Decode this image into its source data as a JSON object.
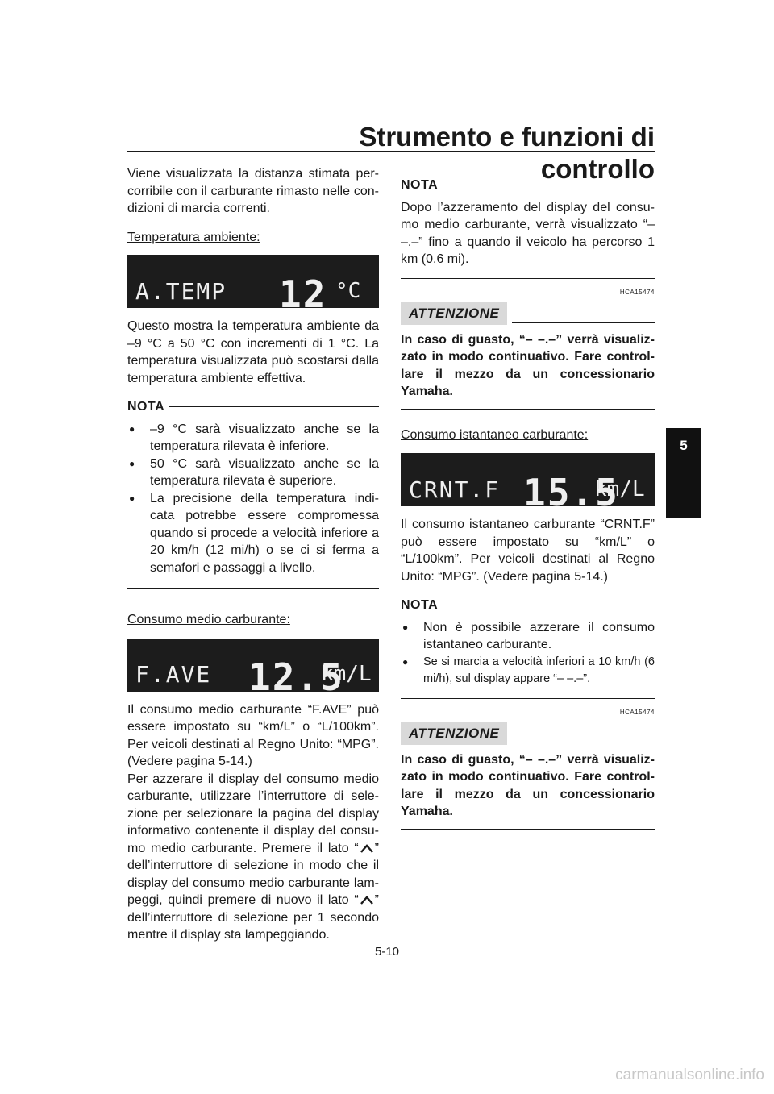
{
  "header": {
    "title": "Strumento e funzioni di controllo"
  },
  "side_tab": "5",
  "left": {
    "intro": "Viene visualizzata la distanza stimata per-corribile con il carburante rimasto nelle con-dizioni di marcia correnti.",
    "temp_heading": "Temperatura ambiente:",
    "temp_lcd": {
      "label": "A.TEMP",
      "value": "12",
      "unit": "°C"
    },
    "temp_text": "Questo mostra la temperatura ambiente da –9 °C a 50 °C con incrementi di 1 °C. La temperatura visualizzata può scostarsi dalla temperatura ambiente effettiva.",
    "nota_label": "NOTA",
    "nota_items": [
      "–9 °C sarà visualizzato anche se la temperatura rilevata è inferiore.",
      "50 °C sarà visualizzato anche se la temperatura rilevata è superiore.",
      "La precisione della temperatura indi-cata potrebbe essere compromessa quando si procede a velocità inferiore a 20 km/h (12 mi/h) o se ci si ferma a semafori e passaggi a livello."
    ],
    "fave_heading": "Consumo medio carburante:",
    "fave_lcd": {
      "label": "F.AVE",
      "value": "12.5",
      "unit": "km/L"
    },
    "fave_text1": "Il consumo medio carburante “F.AVE” può essere impostato su “km/L” o “L/100km”. Per veicoli destinati al Regno Unito: “MPG”. (Vedere pagina 5-14.)",
    "fave_text2a": "Per azzerare il display del consumo medio carburante, utilizzare l’interruttore di sele-zione per selezionare la pagina del display informativo contenente il display del consu-mo medio carburante. Premere il lato “",
    "fave_text2b": "” dell’interruttore di selezione in modo che il display del consumo medio carburante lam-peggi, quindi premere di nuovo il lato “",
    "fave_text2c": "” dell’interruttore di selezione per 1 secondo mentre il display sta lampeggiando."
  },
  "right": {
    "nota1_label": "NOTA",
    "nota1_text": "Dopo l’azzeramento del display del consu-mo medio carburante, verrà visualizzato “– –.–” fino a quando il veicolo ha percorso 1 km (0.6 mi).",
    "code1": "HCA15474",
    "att1_label": "ATTENZIONE",
    "att1_text": "In caso di guasto, “– –.–” verrà visualiz-zato in modo continuativo. Fare control-lare il mezzo da un concessionario Yamaha.",
    "crnt_heading": "Consumo istantaneo carburante:",
    "crnt_lcd": {
      "label": "CRNT.F",
      "value": "15.5",
      "unit": "km/L"
    },
    "crnt_text": "Il consumo istantaneo carburante “CRNT.F” può essere impostato su “km/L” o “L/100km”. Per veicoli destinati al Regno Unito: “MPG”. (Vedere pagina 5-14.)",
    "nota2_label": "NOTA",
    "nota2_items": [
      "Non è possibile azzerare il consumo istantaneo carburante.",
      "Se si marcia a velocità inferiori a 10 km/h (6 mi/h), sul display appare “– –.–”."
    ],
    "code2": "HCA15474",
    "att2_label": "ATTENZIONE",
    "att2_text": "In caso di guasto, “– –.–” verrà visualiz-zato in modo continuativo. Fare control-lare il mezzo da un concessionario Yamaha."
  },
  "footer": {
    "page_number": "5-10",
    "watermark": "carmanualsonline.info"
  },
  "icons": {
    "up_arrow": "chevron-up-icon"
  }
}
